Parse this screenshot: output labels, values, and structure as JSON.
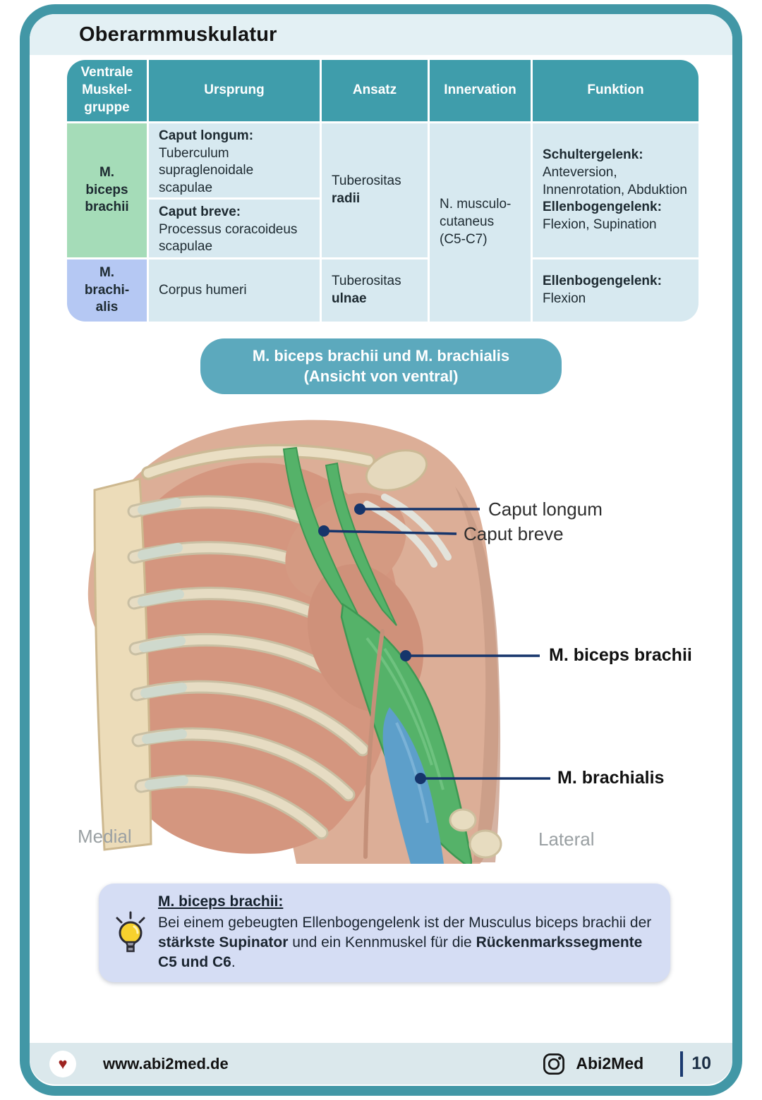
{
  "page": {
    "title": "Oberarmmuskulatur",
    "page_number": "10",
    "website": "www.abi2med.de",
    "instagram_handle": "Abi2Med"
  },
  "icons": {
    "heart_glyph": "♥"
  },
  "colors": {
    "frame_teal": "#4297a6",
    "header_teal": "#3f9dab",
    "banner_teal": "#5ca9bd",
    "cell_blue": "#d7e9f0",
    "muscle_green_cell": "#a5dcb8",
    "muscle_periwinkle_cell": "#b5c8f3",
    "infobox_blue": "#d5ddf4",
    "leader_navy": "#16356b",
    "biceps_green": "#55b269",
    "brachialis_blue": "#5d9fca"
  },
  "table": {
    "headers": {
      "col1": "Ventrale\nMuskel-\ngruppe",
      "col2": "Ursprung",
      "col3": "Ansatz",
      "col4": "Innervation",
      "col5": "Funktion"
    },
    "biceps": {
      "muscle": "M.\nbiceps\nbrachii",
      "ursprung_caput_longum_label": "Caput longum:",
      "ursprung_caput_longum": "Tuberculum supraglenoidale scapulae",
      "ursprung_caput_breve_label": "Caput breve:",
      "ursprung_caput_breve": "Processus coracoideus scapulae",
      "ansatz": "Tuberositas",
      "ansatz_bold": "radii",
      "innervation": "N. musculo-cutaneus (C5-C7)",
      "funktion_joint1": "Schultergelenk:",
      "funktion_actions1": "Anteversion, Innenrotation, Abduktion",
      "funktion_joint2": "Ellenbogengelenk:",
      "funktion_actions2": "Flexion, Supination"
    },
    "brachialis": {
      "muscle": "M.\nbrachi-\nalis",
      "ursprung": "Corpus humeri",
      "ansatz": "Tuberositas",
      "ansatz_bold": "ulnae",
      "funktion_joint": "Ellenbogengelenk:",
      "funktion_actions": "Flexion"
    }
  },
  "banner": {
    "line1": "M. biceps brachii und M. brachialis",
    "line2": "(Ansicht von ventral)"
  },
  "figure": {
    "labels": {
      "caput_longum": "Caput longum",
      "caput_breve": "Caput breve",
      "biceps": "M. biceps brachii",
      "brachialis": "M. brachialis",
      "medial": "Medial",
      "lateral": "Lateral"
    }
  },
  "infobox": {
    "title": "M. biceps brachii:",
    "seg1": "Bei einem gebeugten Ellenbogengelenk ist der Musculus biceps brachii der ",
    "seg2": "stärkste Supinator",
    "seg3": " und ein Kennmuskel für die ",
    "seg4": "Rückenmarkssegmente C5 und C6",
    "seg5": "."
  }
}
